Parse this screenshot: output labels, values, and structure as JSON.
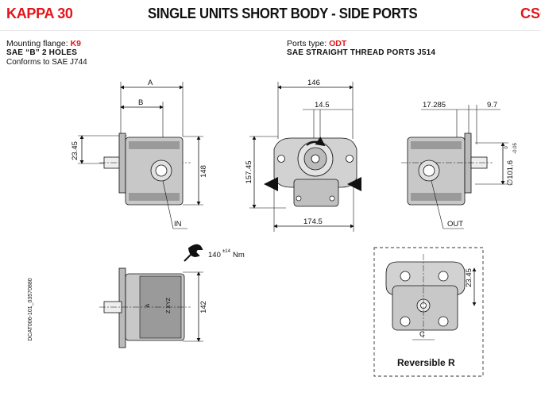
{
  "header": {
    "series": "KAPPA 30",
    "title": "SINGLE UNITS SHORT BODY - SIDE PORTS",
    "right_tag": "CSC"
  },
  "mounting": {
    "label": "Mounting flange:",
    "code": "K9",
    "line2": "SAE “B” 2 HOLES",
    "line3": "Conforms to SAE J744"
  },
  "ports": {
    "label": "Ports type:",
    "code": "ODT",
    "line2": "SAE STRAIGHT THREAD PORTS J514"
  },
  "dimensions": {
    "a": "A",
    "b": "B",
    "d146": "146",
    "d14_5": "14.5",
    "d17_285": "17.285",
    "d9_7": "9.7",
    "d23_45": "23.45",
    "d148": "148",
    "d157_45": "157.45",
    "d174_5": "174.5",
    "d142": "142",
    "d101_6": "∅101.6",
    "d101_6_tol": "-0.05",
    "d101_6_tol0": "0",
    "c": "C"
  },
  "ports_labels": {
    "inlet": "IN",
    "outlet": "OUT"
  },
  "torque": {
    "value": "140",
    "tol": "±14",
    "unit": "Nm"
  },
  "side_drawing_code": "DCAT006-101_03570880",
  "reversible": {
    "label": "Reversible R"
  },
  "markings": {
    "arrow_label": "A",
    "id_label": "Z XYZ"
  }
}
